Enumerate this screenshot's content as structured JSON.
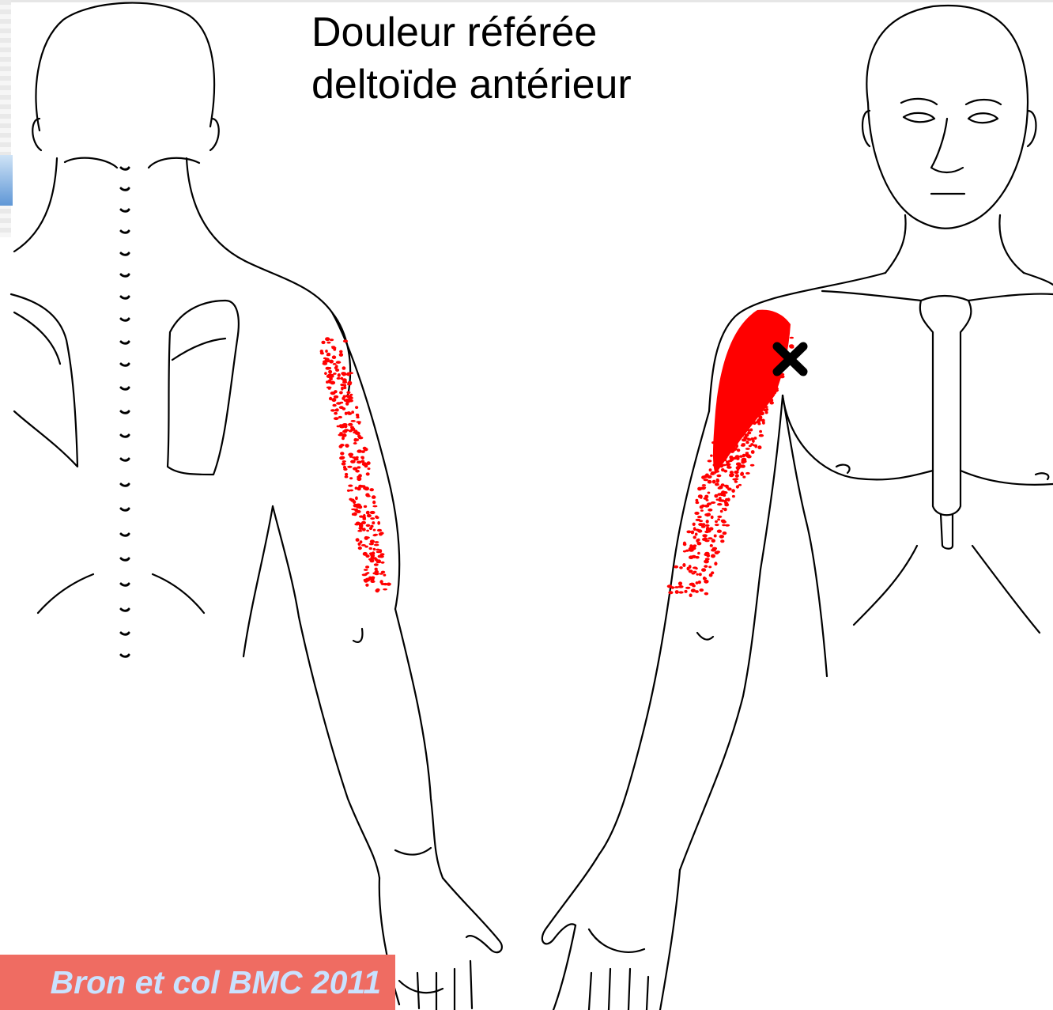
{
  "title": {
    "line1": "Douleur référée",
    "line2": "deltoïde antérieur"
  },
  "citation": "Bron et col BMC 2011",
  "colors": {
    "referred_pain": "#ff0000",
    "outline": "#000000",
    "citation_bg": "#ef6c62",
    "citation_text": "#c9e2ff"
  },
  "figures": {
    "back_view": "posterior-body-outline",
    "front_view": "anterior-body-outline",
    "trigger_point": "x-mark-icon"
  }
}
